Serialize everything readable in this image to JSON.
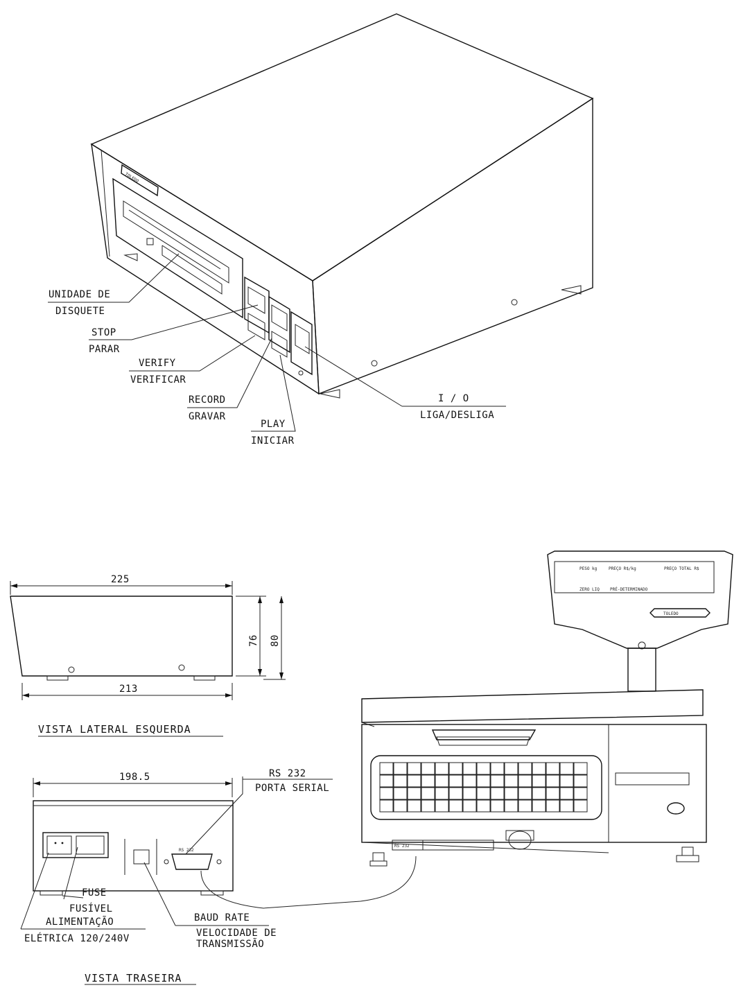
{
  "device_labels": {
    "disk_unit": [
      "UNIDADE DE",
      "DISQUETE"
    ],
    "stop": [
      "STOP",
      "PARAR"
    ],
    "verify": [
      "VERIFY",
      "VERIFICAR"
    ],
    "record": [
      "RECORD",
      "GRAVAR"
    ],
    "play": [
      "PLAY",
      "INICIAR"
    ],
    "power": [
      "I / O",
      "LIGA/DESLIGA"
    ]
  },
  "brand_text": "TOLEDO",
  "left_view": {
    "title": "VISTA LATERAL ESQUERDA",
    "dim_top": "225",
    "dim_bottom": "213",
    "dim_inner_height": "76",
    "dim_outer_height": "80"
  },
  "rear_view": {
    "title": "VISTA TRASEIRA",
    "dim_width": "198.5",
    "rs232": [
      "RS 232",
      "PORTA SERIAL"
    ],
    "fuse": [
      "FUSE",
      "FUSÍVEL"
    ],
    "power_in": [
      "ALIMENTAÇÃO",
      "ELÉTRICA 120/240V"
    ],
    "baud": [
      "BAUD RATE",
      "VELOCIDADE DE",
      "TRANSMISSÃO"
    ],
    "port_marking": "RS 232"
  },
  "scale": {
    "display_tiny": [
      "PESO kg",
      "PREÇO R$/kg",
      "PREÇO TOTAL R$",
      "ZERO LIQ",
      "PRÉ-DETERMINADO"
    ],
    "port_marking": "RS 232"
  }
}
